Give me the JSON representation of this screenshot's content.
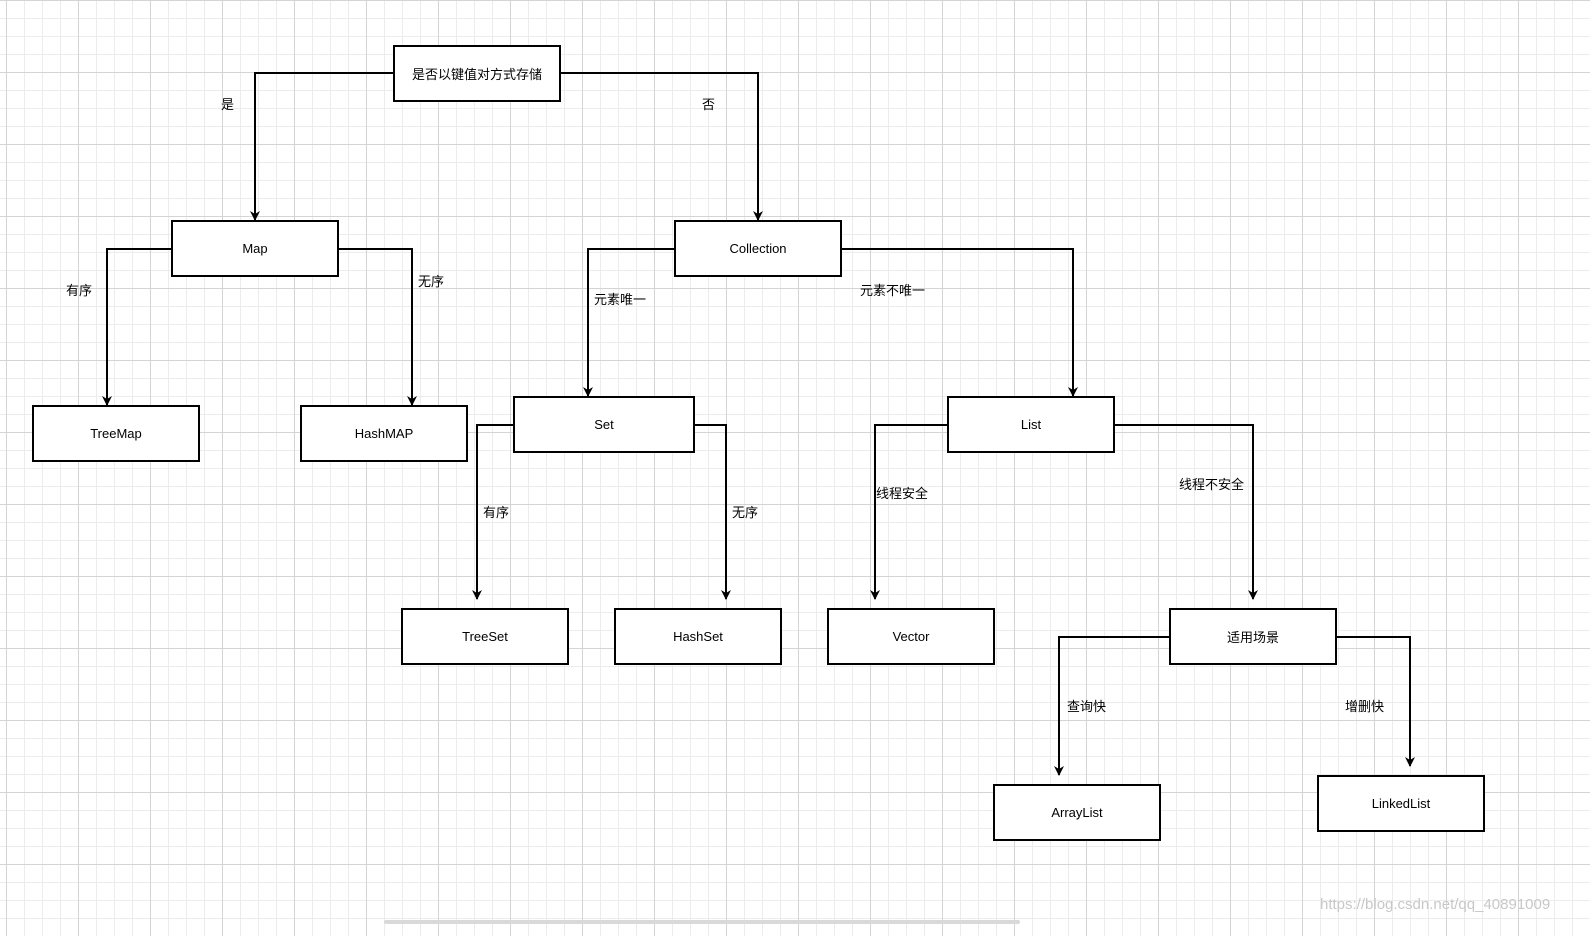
{
  "nodes": {
    "root": "是否以键值对方式存储",
    "map": "Map",
    "collection": "Collection",
    "treemap": "TreeMap",
    "hashmap": "HashMAP",
    "set": "Set",
    "list": "List",
    "treeset": "TreeSet",
    "hashset": "HashSet",
    "vector": "Vector",
    "scenario": "适用场景",
    "arraylist": "ArrayList",
    "linkedlist": "LinkedList"
  },
  "edge_labels": {
    "yes": "是",
    "no": "否",
    "map_ordered": "有序",
    "map_unordered": "无序",
    "unique": "元素唯一",
    "not_unique": "元素不唯一",
    "set_ordered": "有序",
    "set_unordered": "无序",
    "thread_safe": "线程安全",
    "thread_unsafe": "线程不安全",
    "fast_query": "查询快",
    "fast_modify": "增删快"
  },
  "watermark": "https://blog.csdn.net/qq_40891009",
  "colors": {
    "line": "#000000",
    "node_fill": "#ffffff"
  }
}
